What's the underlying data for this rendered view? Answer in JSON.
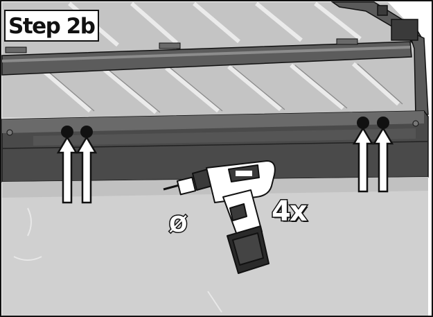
{
  "step_label": "Step 2b",
  "quantity_label": "4x",
  "bit_symbol": "Ø",
  "icons": {
    "tool": "cordless-drill-icon",
    "indicator": "up-arrow-icon"
  },
  "colors": {
    "roof_panel": "#c9c9c9",
    "frame_rail": "#4a4a4a",
    "wall_panel": "#d2d2d2",
    "outline": "#111111"
  }
}
